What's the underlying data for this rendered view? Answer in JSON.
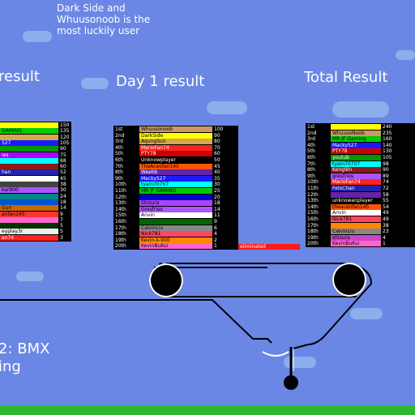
{
  "header": {
    "line1": "Dark Side and",
    "line2": "Whuusonoob is the",
    "line3": "most luckily user"
  },
  "titles": {
    "left": "result",
    "day1": "Day 1 result",
    "total": "Total Result"
  },
  "bottom": {
    "line1": "2: BMX",
    "line2": "ing"
  },
  "colors": {
    "sky": "#6b87e5",
    "ground": "#2fb82f",
    "eliminated": "#ff1a1a"
  },
  "eliminated_label": "eliminated",
  "left_table": {
    "rows": [
      {
        "name": "",
        "value": "150",
        "color": "#ffff00"
      },
      {
        "name": "GAMING",
        "value": "135",
        "color": "#00cc00"
      },
      {
        "name": "",
        "value": "120",
        "color": "#d4a84b"
      },
      {
        "name": "527",
        "value": "105",
        "color": "#1a1aff"
      },
      {
        "name": "",
        "value": "90",
        "color": "#009900"
      },
      {
        "name": "ies",
        "value": "75",
        "color": "#b000ff"
      },
      {
        "name": "",
        "value": "68",
        "color": "#00ffff"
      },
      {
        "name": "",
        "value": "60",
        "color": "#8b1a1a"
      },
      {
        "name": "han",
        "value": "52",
        "color": "#2222aa"
      },
      {
        "name": "",
        "value": "45",
        "color": "#ffffff"
      },
      {
        "name": "",
        "value": "38",
        "color": "#444444"
      },
      {
        "name": "ker900",
        "value": "30",
        "color": "#aa55ff"
      },
      {
        "name": "",
        "value": "24",
        "color": "#008888"
      },
      {
        "name": "",
        "value": "18",
        "color": "#0055cc"
      },
      {
        "name": "Gun",
        "value": "14",
        "color": "#cc6600"
      },
      {
        "name": "anfan145",
        "value": "9",
        "color": "#ff3333"
      },
      {
        "name": "",
        "value": "7",
        "color": "#ff66cc"
      },
      {
        "name": "",
        "value": "5",
        "color": "#003300"
      },
      {
        "name": "eyplay3r",
        "value": "5",
        "color": "#eeeeee"
      },
      {
        "name": "an74",
        "value": "3",
        "color": "#ff2222"
      }
    ]
  },
  "day1_table": {
    "rows": [
      {
        "rank": "1st",
        "name": "Whuusonoob",
        "value": "100",
        "color": "#cc9966"
      },
      {
        "rank": "2nd",
        "name": "DarkSide",
        "value": "90",
        "color": "#ffff00"
      },
      {
        "rank": "3rd",
        "name": "AqungSun",
        "value": "80",
        "color": "#d4a84b"
      },
      {
        "rank": "4th",
        "name": "MarioFan74",
        "value": "70",
        "color": "#ff2222"
      },
      {
        "rank": "5th",
        "name": "PTY78",
        "value": "60",
        "color": "#cc0000"
      },
      {
        "rank": "6th",
        "name": "Unknowplayer",
        "value": "50",
        "color": "#000000"
      },
      {
        "rank": "7th",
        "name": "TheAceofan145",
        "value": "45",
        "color": "#ff5500"
      },
      {
        "rank": "8th",
        "name": "Weebb",
        "value": "40",
        "color": "#6622aa"
      },
      {
        "rank": "9th",
        "name": "Macky527",
        "value": "35",
        "color": "#1a1aff"
      },
      {
        "rank": "10th",
        "name": "tyain70707",
        "value": "30",
        "color": "#00ffff"
      },
      {
        "rank": "11th",
        "name": "MR JF GAMING",
        "value": "25",
        "color": "#00cc00"
      },
      {
        "rank": "12th",
        "name": "",
        "value": "20",
        "color": "#0000cc"
      },
      {
        "rank": "13th",
        "name": "Shizura",
        "value": "18",
        "color": "#aa44ff"
      },
      {
        "rank": "14th",
        "name": "Gresfries",
        "value": "14",
        "color": "#aa55ff"
      },
      {
        "rank": "15th",
        "name": "Anvin",
        "value": "11",
        "color": "#ffffff"
      },
      {
        "rank": "16th",
        "name": "",
        "value": "9",
        "color": "#006600"
      },
      {
        "rank": "17th",
        "name": "CalvinLiu",
        "value": "6",
        "color": "#888888"
      },
      {
        "rank": "18th",
        "name": "Nick781",
        "value": "4",
        "color": "#ff4466"
      },
      {
        "rank": "19th",
        "name": "Kevin-k-900",
        "value": "2",
        "color": "#ff8800"
      },
      {
        "rank": "20th",
        "name": "KevinBuKui",
        "value": "1",
        "color": "#ff66cc"
      }
    ]
  },
  "total_table": {
    "rows": [
      {
        "rank": "1st",
        "name": "",
        "value": "240",
        "color": "#ffff00"
      },
      {
        "rank": "2nd",
        "name": "WhuusoNoob",
        "value": "235",
        "color": "#cc9966"
      },
      {
        "rank": "3rd",
        "name": "MR JF Gaming",
        "value": "160",
        "color": "#00cc00"
      },
      {
        "rank": "4th",
        "name": "Macky527",
        "value": "140",
        "color": "#1a1aff"
      },
      {
        "rank": "5th",
        "name": "PTY78",
        "value": "130",
        "color": "#cc0000"
      },
      {
        "rank": "6th",
        "name": "youtub",
        "value": "105",
        "color": "#009900"
      },
      {
        "rank": "7th",
        "name": "tyain70707",
        "value": "98",
        "color": "#00ffff"
      },
      {
        "rank": "8th",
        "name": "Keng9in",
        "value": "90",
        "color": "#8b1a1a"
      },
      {
        "rank": "9th",
        "name": "gresfries",
        "value": "89",
        "color": "#aa55ff"
      },
      {
        "rank": "10th",
        "name": "MarioFan74",
        "value": "74",
        "color": "#ff2222"
      },
      {
        "rank": "11th",
        "name": "FeloChan",
        "value": "72",
        "color": "#2222aa"
      },
      {
        "rank": "12th",
        "name": "",
        "value": "58",
        "color": "#6622aa"
      },
      {
        "rank": "13th",
        "name": "unknowenplayer",
        "value": "55",
        "color": "#000000"
      },
      {
        "rank": "14th",
        "name": "theacenfan145",
        "value": "54",
        "color": "#ff5500"
      },
      {
        "rank": "15th",
        "name": "Anvin",
        "value": "49",
        "color": "#ffffff"
      },
      {
        "rank": "16th",
        "name": "Nick781",
        "value": "49",
        "color": "#ff4466"
      },
      {
        "rank": "17th",
        "name": "",
        "value": "38",
        "color": "#ff8800"
      },
      {
        "rank": "18th",
        "name": "CalvinLiu",
        "value": "23",
        "color": "#888888"
      },
      {
        "rank": "19th",
        "name": "shizura",
        "value": "4",
        "color": "#cc44cc"
      },
      {
        "rank": "20th",
        "name": "KevinBuKui",
        "value": "1",
        "color": "#ff66cc"
      }
    ]
  }
}
